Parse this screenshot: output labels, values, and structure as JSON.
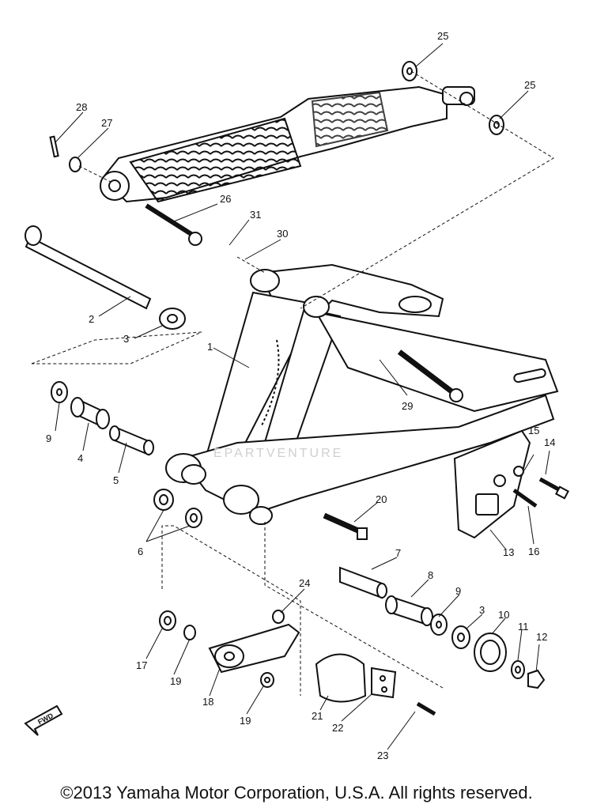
{
  "labels": {
    "l1": "1",
    "l2": "2",
    "l3a": "3",
    "l3b": "3",
    "l4": "4",
    "l5": "5",
    "l6": "6",
    "l7": "7",
    "l8": "8",
    "l9a": "9",
    "l9b": "9",
    "l10": "10",
    "l11": "11",
    "l12": "12",
    "l13": "13",
    "l14": "14",
    "l15": "15",
    "l16": "16",
    "l17": "17",
    "l18": "18",
    "l19a": "19",
    "l19b": "19",
    "l20": "20",
    "l21": "21",
    "l22": "22",
    "l23": "23",
    "l24": "24",
    "l25a": "25",
    "l25b": "25",
    "l26": "26",
    "l27": "27",
    "l28": "28",
    "l29": "29",
    "l30": "30",
    "l31": "31"
  },
  "fwd_label": "FWD",
  "watermark": "EPARTVENTURE",
  "copyright": "©2013 Yamaha Motor Corporation, U.S.A. All rights reserved."
}
